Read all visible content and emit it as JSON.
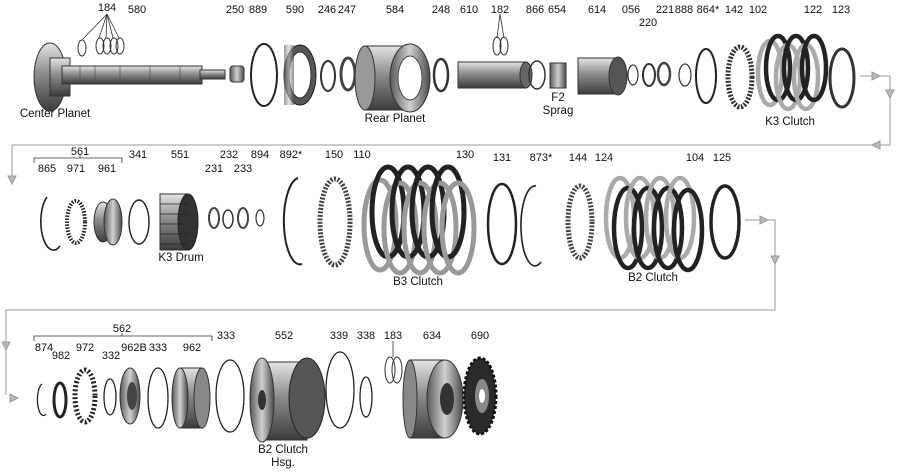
{
  "diagram": {
    "colors": {
      "part_dark": "#2a2a2a",
      "part_mid": "#7a7a7a",
      "part_light": "#bdbdbd",
      "flow_arrow": "#9a9a9a"
    },
    "row1": {
      "part_numbers": [
        "184",
        "580",
        "250",
        "889",
        "590",
        "246",
        "247",
        "584",
        "248",
        "610",
        "182",
        "866",
        "654",
        "614",
        "056",
        "220",
        "221",
        "888",
        "864*",
        "142",
        "102",
        "122",
        "123"
      ],
      "names": {
        "center_planet": "Center Planet",
        "rear_planet": "Rear Planet",
        "f2_sprag_line1": "F2",
        "f2_sprag_line2": "Sprag",
        "k3_clutch": "K3 Clutch"
      }
    },
    "row2": {
      "part_numbers": [
        "561",
        "865",
        "971",
        "961",
        "341",
        "551",
        "231",
        "232",
        "233",
        "894",
        "892*",
        "150",
        "110",
        "130",
        "131",
        "873*",
        "144",
        "124",
        "104",
        "125"
      ],
      "names": {
        "k3_drum": "K3 Drum",
        "b3_clutch": "B3 Clutch",
        "b2_clutch": "B2 Clutch"
      }
    },
    "row3": {
      "part_numbers": [
        "562",
        "874",
        "982",
        "972",
        "332",
        "962B",
        "333",
        "962",
        "333",
        "552",
        "339",
        "338",
        "183",
        "634",
        "690"
      ],
      "names": {
        "b2_clutch_hsg_line1": "B2 Clutch",
        "b2_clutch_hsg_line2": "Hsg."
      }
    }
  }
}
